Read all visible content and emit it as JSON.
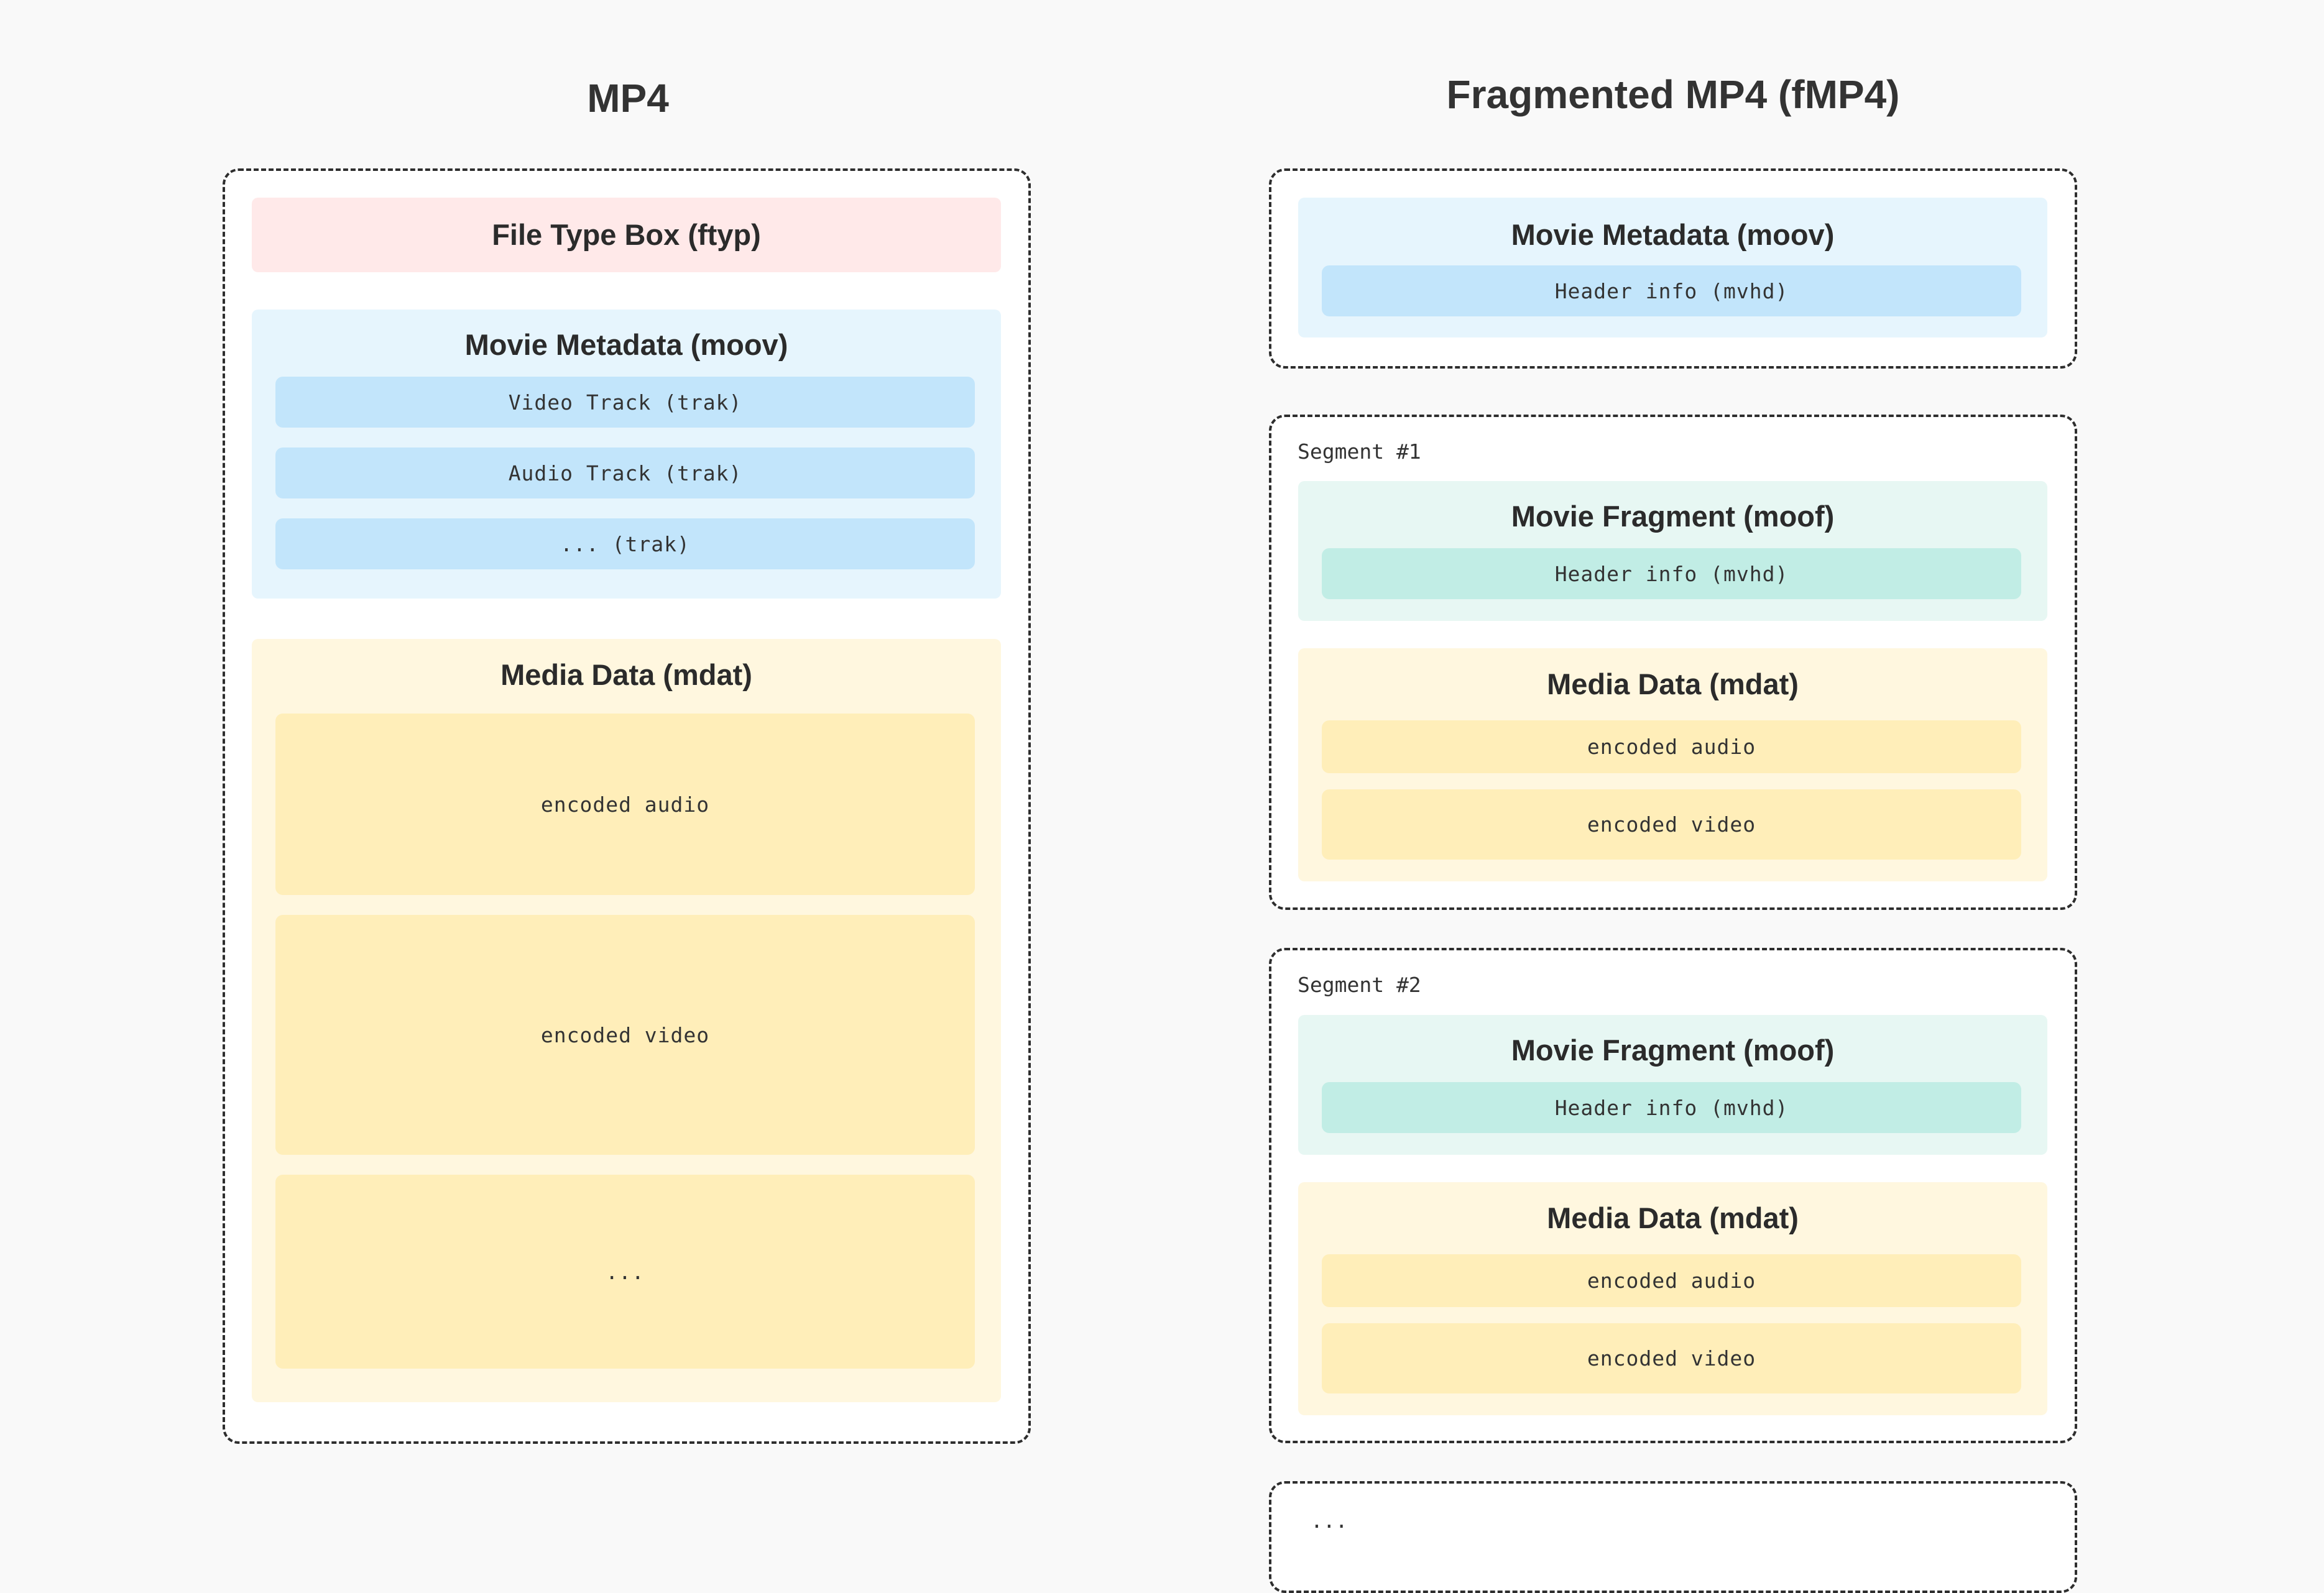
{
  "mp4": {
    "title": "MP4",
    "ftyp_label": "File Type Box (ftyp)",
    "moov": {
      "title": "Movie Metadata (moov)",
      "tracks": [
        "Video Track (trak)",
        "Audio Track (trak)",
        "... (trak)"
      ]
    },
    "mdat": {
      "title": "Media Data (mdat)",
      "items": [
        "encoded audio",
        "encoded video",
        "..."
      ]
    }
  },
  "fmp4": {
    "title": "Fragmented MP4 (fMP4)",
    "moov": {
      "title": "Movie Metadata (moov)",
      "header": "Header info (mvhd)"
    },
    "segments": [
      {
        "label": "Segment #1",
        "moof": {
          "title": "Movie Fragment (moof)",
          "header": "Header info (mvhd)"
        },
        "mdat": {
          "title": "Media Data (mdat)",
          "items": [
            "encoded audio",
            "encoded video"
          ]
        }
      },
      {
        "label": "Segment #2",
        "moof": {
          "title": "Movie Fragment (moof)",
          "header": "Header info (mvhd)"
        },
        "mdat": {
          "title": "Media Data (mdat)",
          "items": [
            "encoded audio",
            "encoded video"
          ]
        }
      }
    ],
    "more_label": "..."
  },
  "colors": {
    "background": "#f9f9f9",
    "ftyp": "#ffe9e9",
    "moov_bg": "#e6f5fd",
    "moov_item": "#c2e5fb",
    "moof_bg": "#e7f7f3",
    "moof_item": "#c1ede5",
    "mdat_bg": "#fff7df",
    "mdat_item": "#ffeeb9",
    "border": "#2e2e2e"
  }
}
